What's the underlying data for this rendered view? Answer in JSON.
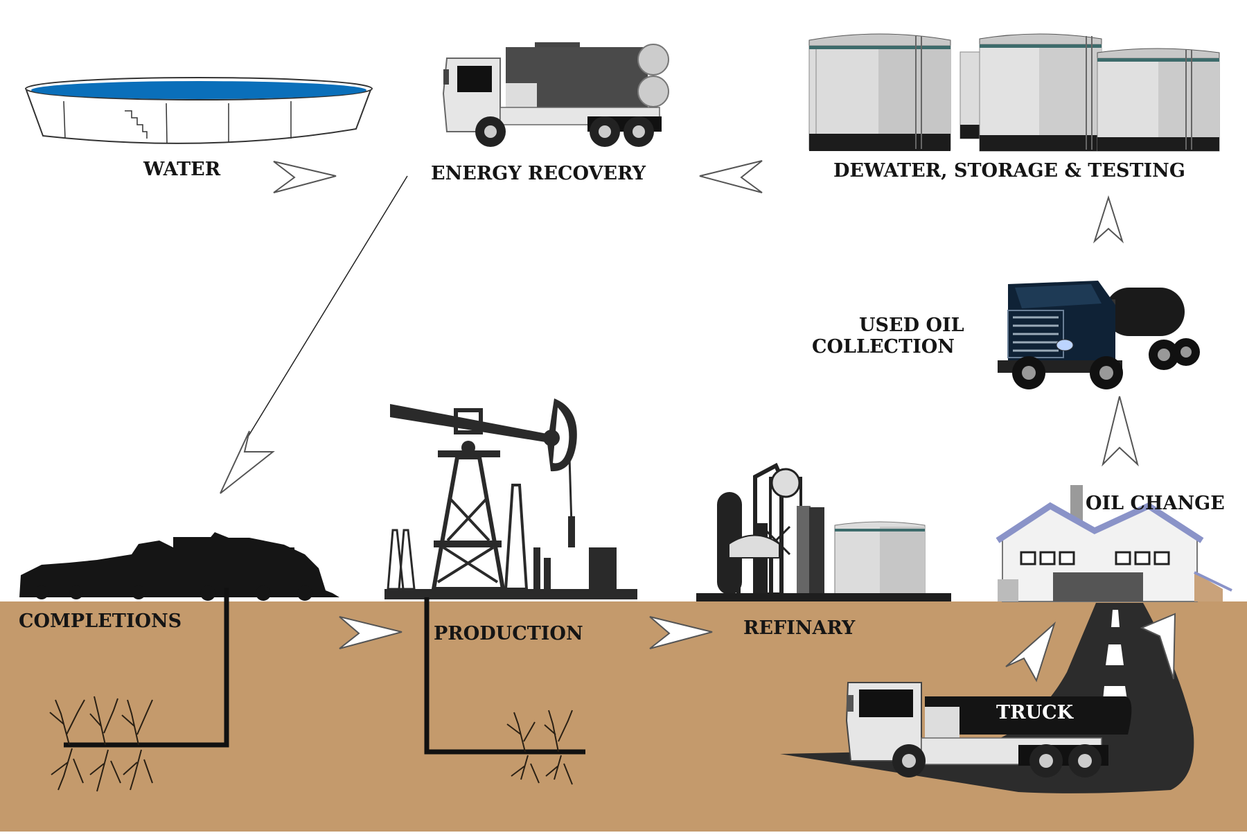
{
  "labels": {
    "water": "WATER",
    "energy_recovery": "ENERGY RECOVERY",
    "dewater": "DEWATER, STORAGE & TESTING",
    "used_oil_line1": "USED OIL",
    "used_oil_line2": "COLLECTION",
    "oil_change": "OIL CHANGE",
    "completions": "COMPLETIONS",
    "production": "PRODUCTION",
    "refinary": "REFINARY",
    "truck": "TRUCK"
  },
  "icons": {
    "water": "water-tank-icon",
    "energy_recovery": "vacuum-truck-icon",
    "dewater": "storage-tanks-icon",
    "used_oil": "tanker-truck-icon",
    "oil_change": "service-building-icon",
    "completions": "frac-fleet-icon",
    "production": "pumpjack-rig-icon",
    "refinary": "refinery-icon",
    "truck": "tank-truck-icon"
  },
  "colors": {
    "ground": "#c49a6c",
    "water": "#0a6fba",
    "road": "#2c2c2c",
    "tanker_cab": "#0f2236",
    "roof": "#8a93c8"
  }
}
